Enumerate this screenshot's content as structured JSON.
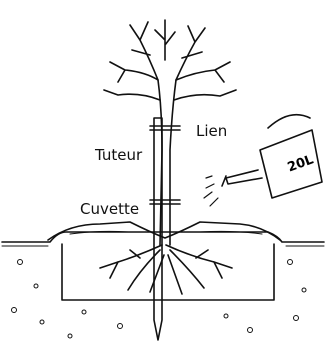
{
  "labels": {
    "tuteur": "Tuteur",
    "lien": "Lien",
    "cuvette": "Cuvette",
    "can": "20L"
  },
  "colors": {
    "ink": "#111111",
    "paper": "#ffffff"
  }
}
